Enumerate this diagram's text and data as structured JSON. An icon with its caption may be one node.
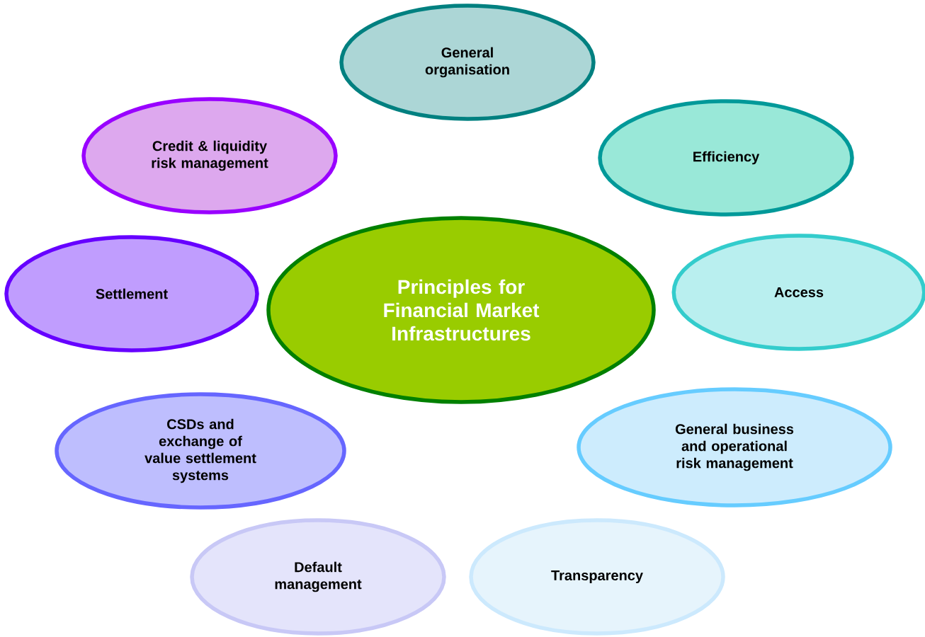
{
  "diagram": {
    "nodes": [
      {
        "text": [
          "General organisation"
        ]
      },
      {
        "text": [
          "Credit & liquidity risk management"
        ]
      },
      {
        "text": [
          "Efficiency"
        ]
      },
      {
        "text": [
          "Settlement"
        ]
      },
      {
        "text": [
          "Principles for Financial Market Infrastructures"
        ]
      },
      {
        "text": [
          "Access"
        ]
      },
      {
        "text": [
          "CSDs and exchange of value settlement systems"
        ]
      },
      {
        "text": [
          "General business and operational risk management"
        ]
      },
      {
        "text": [
          "Default management"
        ]
      },
      {
        "text": [
          "Transparency"
        ]
      }
    ]
  }
}
